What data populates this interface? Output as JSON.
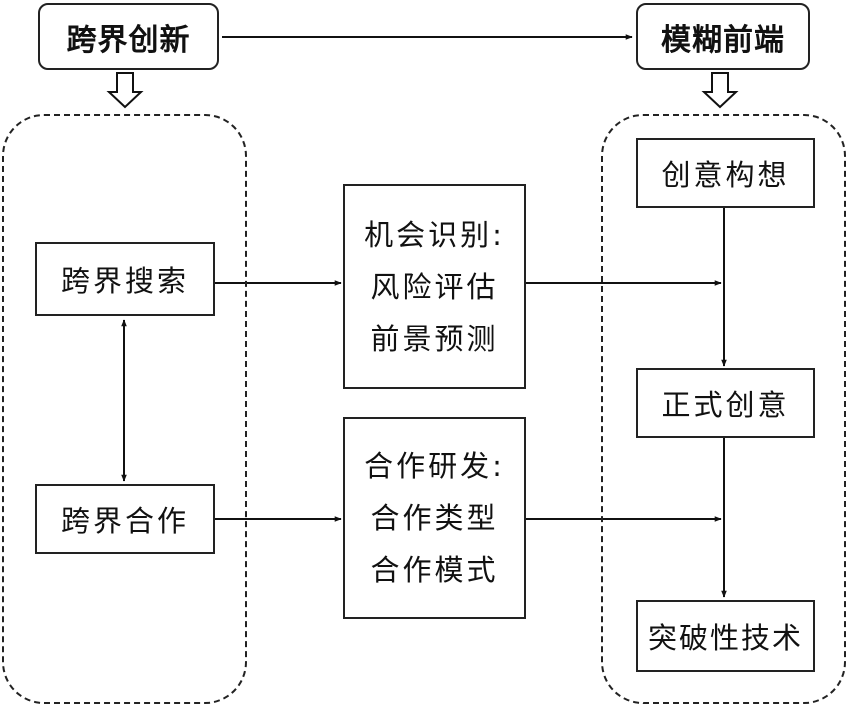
{
  "header": {
    "left_title": "跨界创新",
    "right_title": "模糊前端"
  },
  "left_group": {
    "search": "跨界搜索",
    "cooperation": "跨界合作"
  },
  "middle": {
    "opportunity": {
      "title": "机会识别:",
      "line1": "风险评估",
      "line2": "前景预测"
    },
    "rnd": {
      "title": "合作研发:",
      "line1": "合作类型",
      "line2": "合作模式"
    }
  },
  "right_group": {
    "idea": "创意构想",
    "formal_idea": "正式创意",
    "breakthrough": "突破性技术"
  }
}
